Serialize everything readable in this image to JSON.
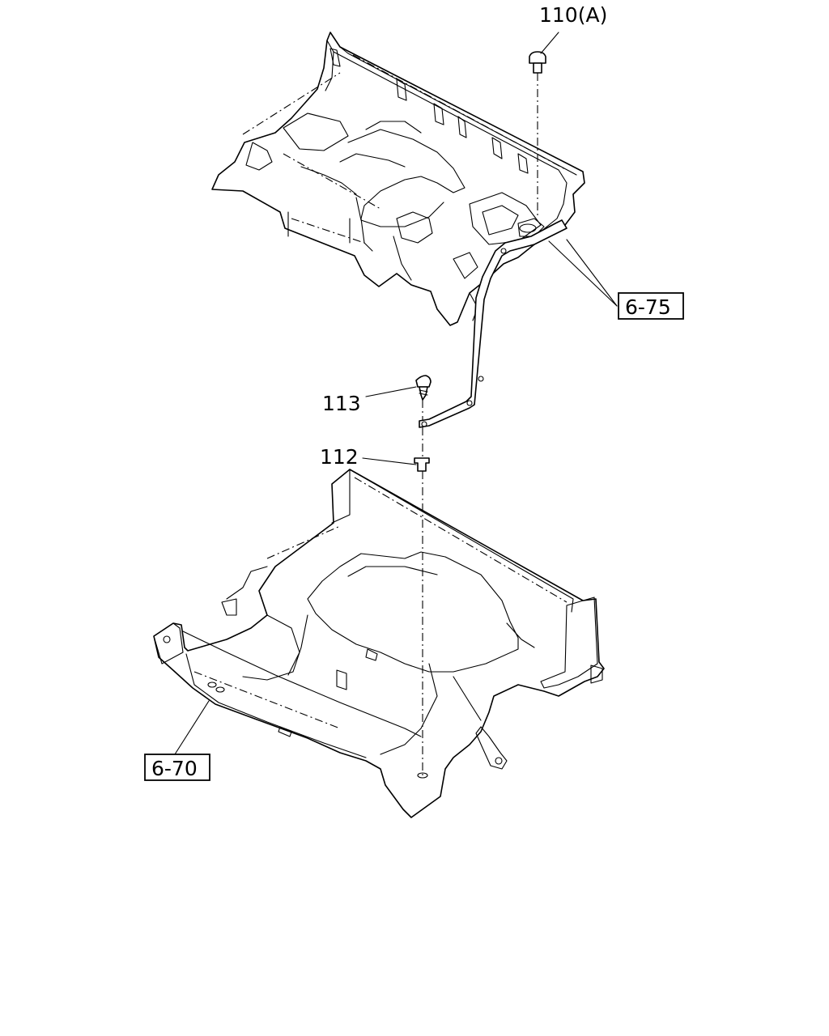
{
  "callouts": {
    "bolt_110a": "110(A)",
    "screw_113": "113",
    "clip_112": "112",
    "ref_upper_mat": "6-75",
    "ref_lower_mat": "6-70"
  }
}
